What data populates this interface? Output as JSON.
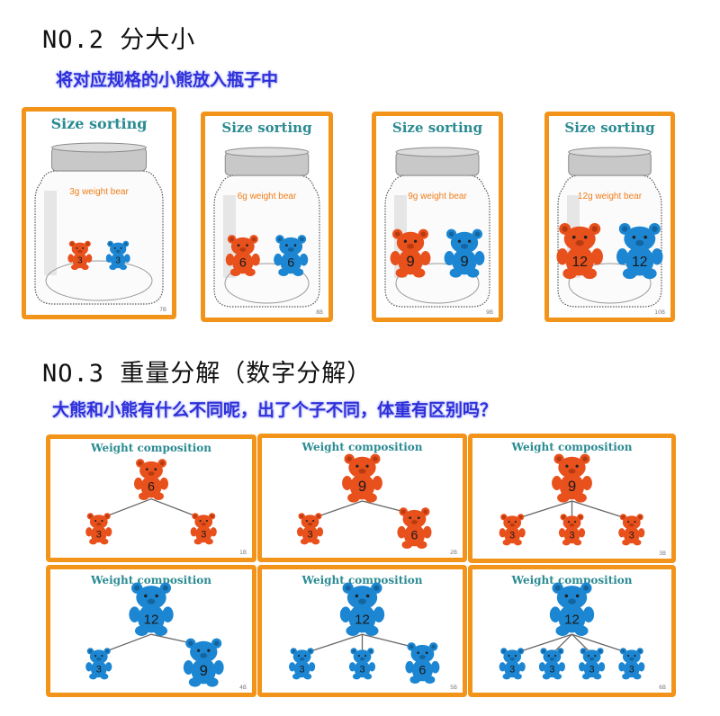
{
  "sections": {
    "size": {
      "title": "NO.2 分大小",
      "subtitle": "将对应规格的小熊放入瓶子中"
    },
    "weight": {
      "title": "NO.3 重量分解（数字分解）",
      "subtitle": "大熊和小熊有什么不同呢，出了个子不同，体重有区别吗？"
    }
  },
  "colors": {
    "card_border": "#f29419",
    "title_teal": "#2b8b92",
    "jar_label": "#f07d1a",
    "bear_red": "#e8501c",
    "bear_blue": "#1c86d2",
    "subtitle_blue": "#2f2fd8"
  },
  "size_cards": [
    {
      "title": "Size sorting",
      "label": "3g weight bear",
      "code": "7B",
      "bears": [
        {
          "color": "red",
          "number": "3"
        },
        {
          "color": "blue",
          "number": "3"
        }
      ]
    },
    {
      "title": "Size sorting",
      "label": "6g weight bear",
      "code": "8B",
      "bears": [
        {
          "color": "red",
          "number": "6"
        },
        {
          "color": "blue",
          "number": "6"
        }
      ]
    },
    {
      "title": "Size sorting",
      "label": "9g weight bear",
      "code": "9B",
      "bears": [
        {
          "color": "red",
          "number": "9"
        },
        {
          "color": "blue",
          "number": "9"
        }
      ]
    },
    {
      "title": "Size sorting",
      "label": "12g weight bear",
      "code": "10B",
      "bears": [
        {
          "color": "red",
          "number": "12"
        },
        {
          "color": "blue",
          "number": "12"
        }
      ]
    }
  ],
  "weight_cards": [
    {
      "title": "Weight composition",
      "code": "1B",
      "color": "red",
      "top": "6",
      "parts": [
        "3",
        "3"
      ]
    },
    {
      "title": "Weight composition",
      "code": "2B",
      "color": "red",
      "top": "9",
      "parts": [
        "3",
        "6"
      ]
    },
    {
      "title": "Weight composition",
      "code": "3B",
      "color": "red",
      "top": "9",
      "parts": [
        "3",
        "3",
        "3"
      ]
    },
    {
      "title": "Weight composition",
      "code": "4B",
      "color": "blue",
      "top": "12",
      "parts": [
        "3",
        "9"
      ]
    },
    {
      "title": "Weight composition",
      "code": "5B",
      "color": "blue",
      "top": "12",
      "parts": [
        "3",
        "3",
        "6"
      ]
    },
    {
      "title": "Weight composition",
      "code": "6B",
      "color": "blue",
      "top": "12",
      "parts": [
        "3",
        "3",
        "3",
        "3"
      ]
    }
  ]
}
